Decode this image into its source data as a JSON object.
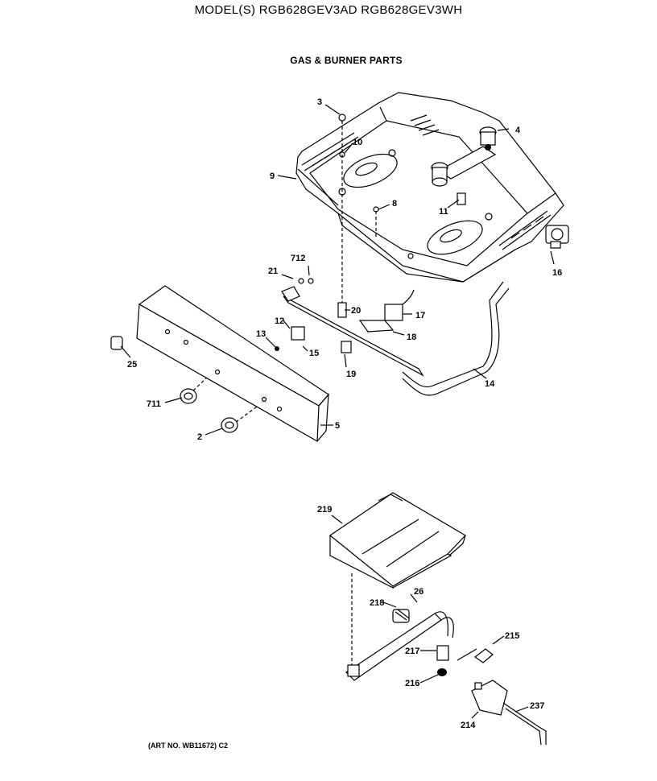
{
  "header": {
    "title": "MODEL(S) RGB628GEV3AD  RGB628GEV3WH",
    "subtitle": "GAS & BURNER PARTS"
  },
  "footer": {
    "art_number": "(ART NO. WB11672) C2"
  },
  "callouts": {
    "p3": "3",
    "p10": "10",
    "p4": "4",
    "p9": "9",
    "p8": "8",
    "p11": "11",
    "p16": "16",
    "p712": "712",
    "p21": "21",
    "p20": "20",
    "p17": "17",
    "p12": "12",
    "p13": "13",
    "p15": "15",
    "p18": "18",
    "p19": "19",
    "p14": "14",
    "p25": "25",
    "p711": "711",
    "p2": "2",
    "p5": "5",
    "p219": "219",
    "p218": "218",
    "p26": "26",
    "p217": "217",
    "p215": "215",
    "p216": "216",
    "p214": "214",
    "p237": "237"
  }
}
